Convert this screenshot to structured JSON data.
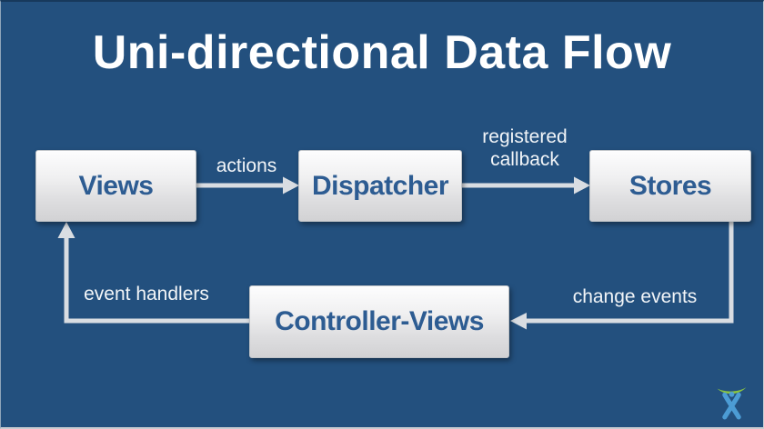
{
  "title": "Uni-directional Data Flow",
  "colors": {
    "background": "#23507E",
    "title_text": "#FFFFFF",
    "box_text": "#2D5C92",
    "label_text": "#F2F5F8",
    "arrow": "#D9DDE2",
    "logo_green": "#8BC540",
    "logo_blue": "#4C9CD4"
  },
  "nodes": [
    {
      "id": "views",
      "label": "Views"
    },
    {
      "id": "dispatcher",
      "label": "Dispatcher"
    },
    {
      "id": "stores",
      "label": "Stores"
    },
    {
      "id": "controller_views",
      "label": "Controller-Views"
    }
  ],
  "edges": [
    {
      "from": "views",
      "to": "dispatcher",
      "label": "actions"
    },
    {
      "from": "dispatcher",
      "to": "stores",
      "label": "registered callback"
    },
    {
      "from": "stores",
      "to": "controller_views",
      "label": "change events"
    },
    {
      "from": "controller_views",
      "to": "views",
      "label": "event handlers"
    }
  ],
  "logo": {
    "name": "atlassian-logo"
  }
}
